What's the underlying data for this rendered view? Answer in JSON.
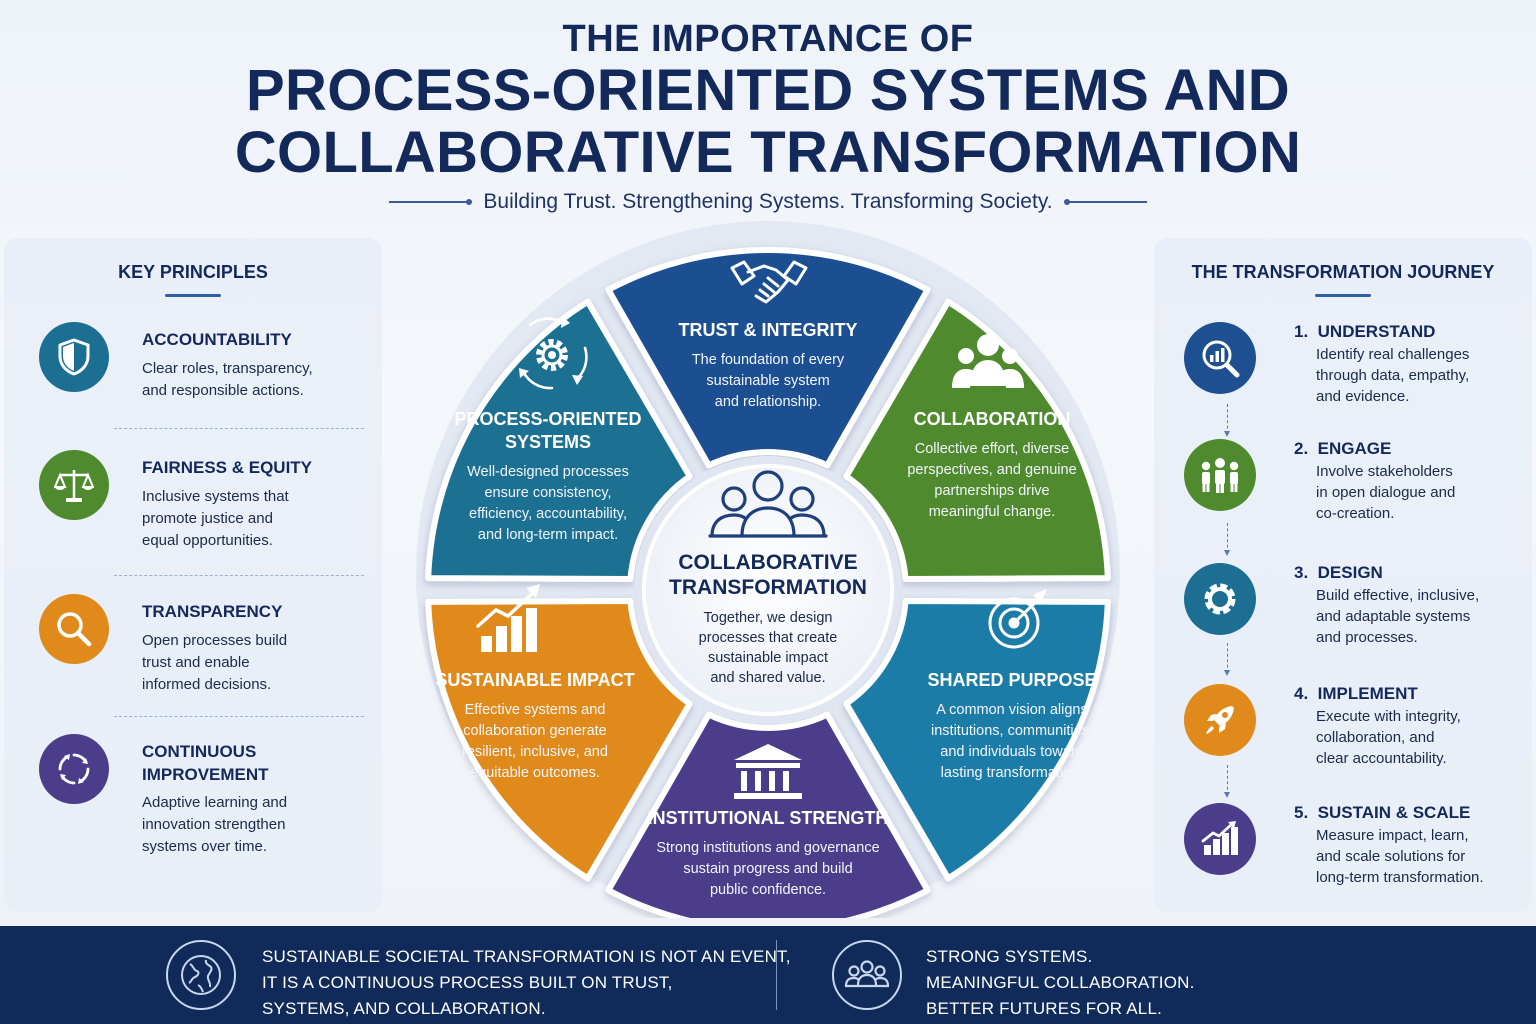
{
  "header": {
    "title_small": "THE IMPORTANCE OF",
    "title_line1": "PROCESS-ORIENTED SYSTEMS AND",
    "title_line2": "COLLABORATIVE TRANSFORMATION",
    "subtitle": "Building Trust. Strengthening Systems. Transforming Society."
  },
  "key_principles": {
    "title": "KEY PRINCIPLES",
    "items": [
      {
        "title_lines": [
          "ACCOUNTABILITY"
        ],
        "desc_lines": [
          "Clear roles, transparency,",
          "and responsible actions."
        ],
        "icon": "shield-icon",
        "color": "#1c6f92"
      },
      {
        "title_lines": [
          "FAIRNESS & EQUITY"
        ],
        "desc_lines": [
          "Inclusive systems that",
          "promote justice and",
          "equal opportunities."
        ],
        "icon": "scales-icon",
        "color": "#4f8a2f"
      },
      {
        "title_lines": [
          "TRANSPARENCY"
        ],
        "desc_lines": [
          "Open processes build",
          "trust and enable",
          "informed decisions."
        ],
        "icon": "magnifier-icon",
        "color": "#e08a1c"
      },
      {
        "title_lines": [
          "CONTINUOUS",
          "IMPROVEMENT"
        ],
        "desc_lines": [
          "Adaptive learning and",
          "innovation strengthen",
          "systems over time."
        ],
        "icon": "cycle-arrows-icon",
        "color": "#4b3d8a"
      }
    ]
  },
  "wheel": {
    "segments": [
      {
        "key": "trust",
        "title_lines": [
          "TRUST & INTEGRITY"
        ],
        "desc_lines": [
          "The foundation of every",
          "sustainable system",
          "and relationship."
        ],
        "color": "#1d4f91",
        "icon": "handshake-icon"
      },
      {
        "key": "collab",
        "title_lines": [
          "COLLABORATION"
        ],
        "desc_lines": [
          "Collective effort, diverse",
          "perspectives, and genuine",
          "partnerships drive",
          "meaningful change."
        ],
        "color": "#4f8a2f",
        "icon": "people-group-icon"
      },
      {
        "key": "purpose",
        "title_lines": [
          "SHARED PURPOSE"
        ],
        "desc_lines": [
          "A common vision aligns",
          "institutions, communities,",
          "and individuals toward",
          "lasting transformation."
        ],
        "color": "#1a7ca8",
        "icon": "target-icon"
      },
      {
        "key": "institution",
        "title_lines": [
          "INSTITUTIONAL STRENGTH"
        ],
        "desc_lines": [
          "Strong institutions and governance",
          "sustain progress and build",
          "public confidence."
        ],
        "color": "#4b3d8a",
        "icon": "institution-icon"
      },
      {
        "key": "impact",
        "title_lines": [
          "SUSTAINABLE IMPACT"
        ],
        "desc_lines": [
          "Effective systems and",
          "collaboration generate",
          "resilient, inclusive, and",
          "equitable outcomes."
        ],
        "color": "#e08a1c",
        "icon": "growth-chart-icon"
      },
      {
        "key": "process",
        "title_lines": [
          "PROCESS-ORIENTED",
          "SYSTEMS"
        ],
        "desc_lines": [
          "Well-designed processes",
          "ensure consistency,",
          "efficiency, accountability,",
          "and long-term impact."
        ],
        "color": "#1c6f92",
        "icon": "gear-cycle-icon"
      }
    ],
    "center": {
      "title_lines": [
        "COLLABORATIVE",
        "TRANSFORMATION"
      ],
      "desc_lines": [
        "Together, we design",
        "processes that create",
        "sustainable impact",
        "and shared value."
      ],
      "icon": "people-outline-icon"
    }
  },
  "journey": {
    "title": "THE TRANSFORMATION JOURNEY",
    "steps": [
      {
        "number": "1.",
        "title": "UNDERSTAND",
        "desc_lines": [
          "Identify real challenges",
          "through data, empathy,",
          "and evidence."
        ],
        "icon": "analytics-search-icon",
        "color": "#1d4f91"
      },
      {
        "number": "2.",
        "title": "ENGAGE",
        "desc_lines": [
          "Involve stakeholders",
          "in open dialogue and",
          "co-creation."
        ],
        "icon": "stakeholders-icon",
        "color": "#4f8a2f"
      },
      {
        "number": "3.",
        "title": "DESIGN",
        "desc_lines": [
          "Build effective, inclusive,",
          "and adaptable systems",
          "and processes."
        ],
        "icon": "gear-icon",
        "color": "#1c6f92"
      },
      {
        "number": "4.",
        "title": "IMPLEMENT",
        "desc_lines": [
          "Execute with integrity,",
          "collaboration, and",
          "clear accountability."
        ],
        "icon": "rocket-icon",
        "color": "#e08a1c"
      },
      {
        "number": "5.",
        "title": "SUSTAIN & SCALE",
        "desc_lines": [
          "Measure impact, learn,",
          "and scale solutions for",
          "long-term transformation."
        ],
        "icon": "growth-chart-icon",
        "color": "#4b3d8a"
      }
    ]
  },
  "footer": {
    "left_lines": [
      "SUSTAINABLE SOCIETAL TRANSFORMATION IS NOT AN EVENT,",
      "IT IS A CONTINUOUS PROCESS BUILT ON TRUST,",
      "SYSTEMS, AND COLLABORATION."
    ],
    "right_lines": [
      "STRONG SYSTEMS.",
      "MEANINGFUL COLLABORATION.",
      "BETTER FUTURES FOR ALL."
    ],
    "left_icon": "globe-icon",
    "right_icon": "community-icon"
  }
}
